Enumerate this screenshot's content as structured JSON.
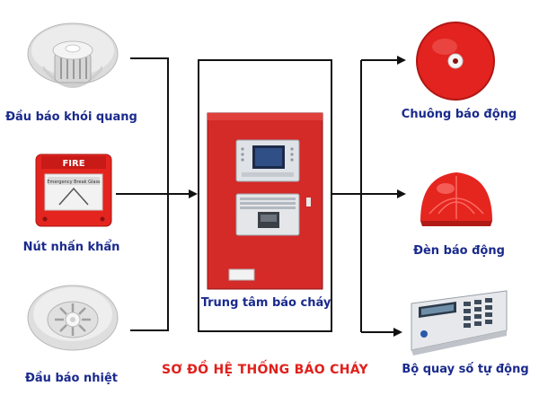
{
  "diagram": {
    "title": "SƠ ĐỒ HỆ THỐNG BÁO CHÁY",
    "center": {
      "label": "Trung tâm báo cháy",
      "icon": "fire-alarm-control-panel-icon"
    },
    "inputs": [
      {
        "label": "Đầu báo khói quang",
        "icon": "smoke-detector-icon"
      },
      {
        "label": "Nút nhấn khẩn",
        "icon": "manual-call-point-icon",
        "printed_text": "FIRE",
        "sub_text": "Emergency Break Glass"
      },
      {
        "label": "Đầu báo nhiệt",
        "icon": "heat-detector-icon"
      }
    ],
    "outputs": [
      {
        "label": "Chuông báo động",
        "icon": "alarm-bell-icon"
      },
      {
        "label": "Đèn báo động",
        "icon": "strobe-light-icon"
      },
      {
        "label": "Bộ quay số tự động",
        "icon": "auto-dialer-icon"
      }
    ],
    "colors": {
      "title": "#e0201c",
      "label": "#1a2a8c",
      "panel": "#d42a28",
      "wire": "#111111",
      "bell": "#e2231f"
    }
  }
}
